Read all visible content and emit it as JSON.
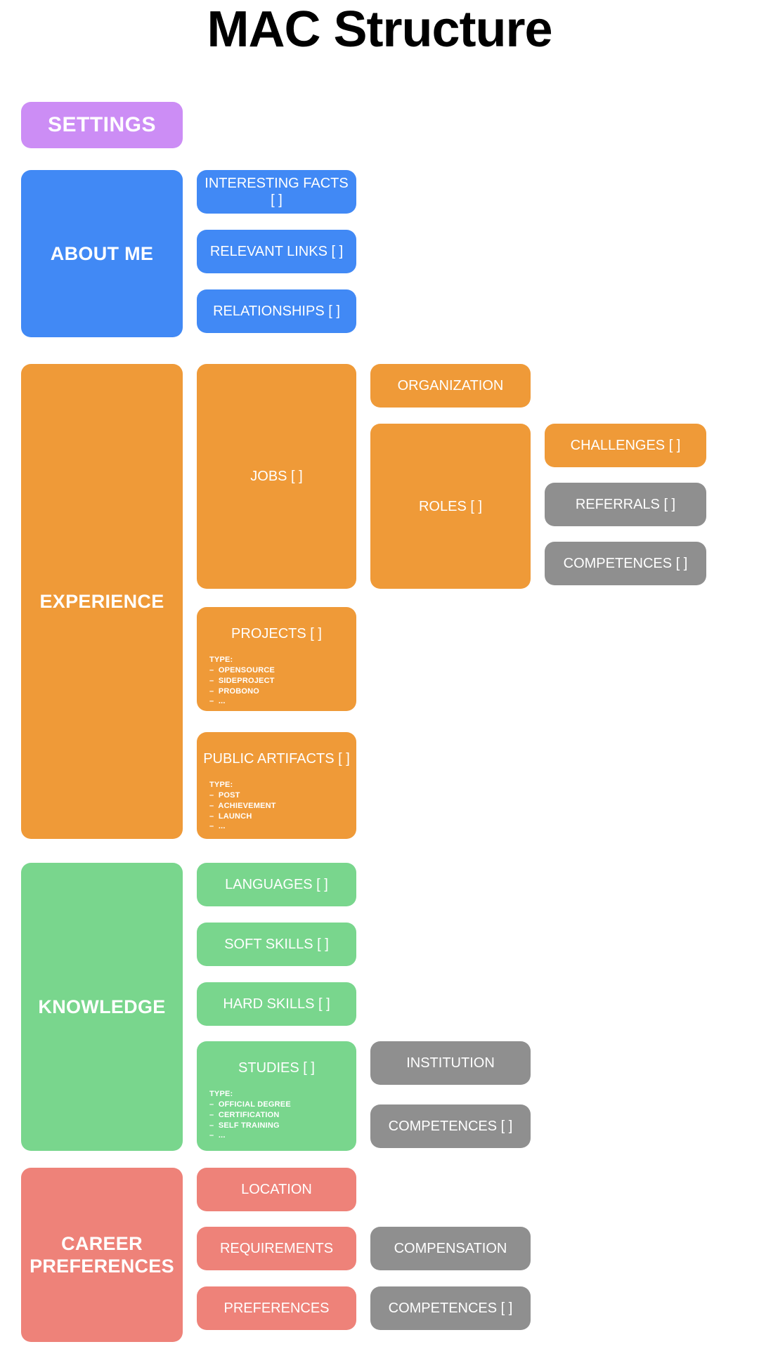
{
  "page": {
    "title": "MAC Structure",
    "background": "#ffffff"
  },
  "colors": {
    "purple": "#cc8df5",
    "blue": "#4189f5",
    "orange": "#ef9a38",
    "green": "#79d68d",
    "red": "#ee8279",
    "gray": "#8f8f8f",
    "title_text": "#000000",
    "node_text": "#ffffff"
  },
  "settings": {
    "label": "SETTINGS"
  },
  "about_me": {
    "label": "ABOUT ME",
    "children": [
      {
        "label": "INTERESTING FACTS [ ]"
      },
      {
        "label": "RELEVANT LINKS [ ]"
      },
      {
        "label": "RELATIONSHIPS [ ]"
      }
    ]
  },
  "experience": {
    "label": "EXPERIENCE",
    "jobs": {
      "label": "JOBS [ ]"
    },
    "organization": {
      "label": "ORGANIZATION"
    },
    "roles": {
      "label": "ROLES [ ]"
    },
    "challenges": {
      "label": "CHALLENGES [ ]"
    },
    "referrals": {
      "label": "REFERRALS [ ]"
    },
    "competences": {
      "label": "COMPETENCES [ ]"
    },
    "projects": {
      "label": "PROJECTS [ ]",
      "type_heading": "TYPE:",
      "type_items": [
        "–  OPENSOURCE",
        "–  SIDEPROJECT",
        "–  PROBONO",
        "–  ..."
      ]
    },
    "public_artifacts": {
      "label": "PUBLIC ARTIFACTS [ ]",
      "type_heading": "TYPE:",
      "type_items": [
        "–  POST",
        "–  ACHIEVEMENT",
        "–  LAUNCH",
        "–  ..."
      ]
    }
  },
  "knowledge": {
    "label": "KNOWLEDGE",
    "languages": {
      "label": "LANGUAGES [ ]"
    },
    "soft_skills": {
      "label": "SOFT SKILLS [ ]"
    },
    "hard_skills": {
      "label": "HARD SKILLS [ ]"
    },
    "studies": {
      "label": "STUDIES [ ]",
      "type_heading": "TYPE:",
      "type_items": [
        "–  OFFICIAL DEGREE",
        "–  CERTIFICATION",
        "–  SELF TRAINING",
        "–  ..."
      ]
    },
    "institution": {
      "label": "INSTITUTION"
    },
    "competences": {
      "label": "COMPETENCES [ ]"
    }
  },
  "career_preferences": {
    "label": "CAREER\nPREFERENCES",
    "label_line1": "CAREER",
    "label_line2": "PREFERENCES",
    "location": {
      "label": "LOCATION"
    },
    "requirements": {
      "label": "REQUIREMENTS"
    },
    "preferences": {
      "label": "PREFERENCES"
    },
    "compensation": {
      "label": "COMPENSATION"
    },
    "competences": {
      "label": "COMPETENCES [ ]"
    }
  }
}
